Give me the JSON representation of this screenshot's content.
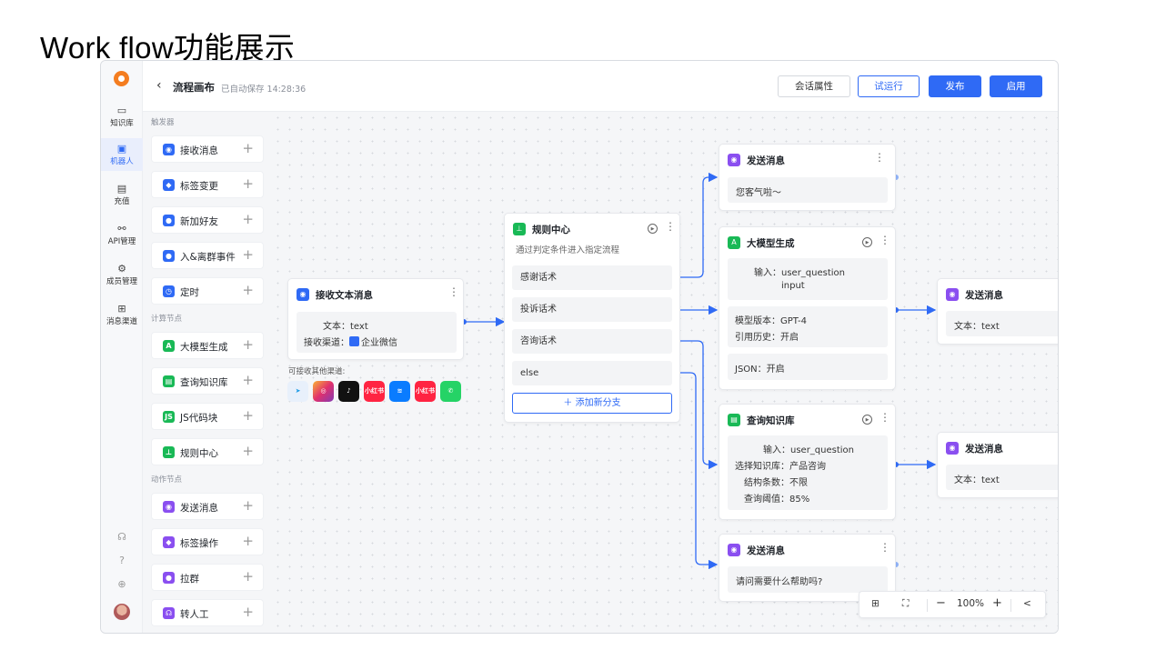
{
  "slide_title": "Work flow功能展示",
  "rail": {
    "items": [
      {
        "label": "知识库",
        "icon": "folder-icon"
      },
      {
        "label": "机器人",
        "icon": "robot-icon"
      },
      {
        "label": "充值",
        "icon": "wallet-icon"
      },
      {
        "label": "API管理",
        "icon": "api-icon"
      },
      {
        "label": "成员管理",
        "icon": "members-gear-icon"
      },
      {
        "label": "消息渠道",
        "icon": "channel-tree-icon"
      }
    ]
  },
  "header": {
    "title": "流程画布",
    "saved_text": "已自动保存 14:28:36",
    "buttons": {
      "session": "会话属性",
      "test_run": "试运行",
      "publish": "发布",
      "enable": "启用"
    }
  },
  "palette": {
    "trigger_section": "触发器",
    "triggers": [
      "接收消息",
      "标签变更",
      "新加好友",
      "入&离群事件",
      "定时"
    ],
    "compute_section": "计算节点",
    "compute": [
      "大模型生成",
      "查询知识库",
      "JS代码块",
      "规则中心"
    ],
    "action_section": "动作节点",
    "actions": [
      "发送消息",
      "标签操作",
      "拉群",
      "转人工"
    ]
  },
  "canvas": {
    "receive_node": {
      "title": "接收文本消息",
      "line1": "文本：text",
      "line2_label": "接收渠道：",
      "line2_value": "企业微信"
    },
    "channels_label": "可接收其他渠道:",
    "channels": [
      "Lark",
      "Instagram",
      "TikTok",
      "小红书",
      "Messenger",
      "小红书",
      "WhatsApp"
    ],
    "rule_node": {
      "title": "规则中心",
      "desc": "通过判定条件进入指定流程",
      "branches": [
        "感谢话术",
        "投诉话术",
        "咨询话术",
        "else"
      ],
      "add_branch": "添加新分支"
    },
    "send_top": {
      "title": "发送消息",
      "text": "您客气啦～"
    },
    "llm_node": {
      "title": "大模型生成",
      "input_label": "输入：",
      "input_value1": "user_question",
      "input_value2": "input",
      "model": "模型版本：GPT-4",
      "history": "引用历史：开启",
      "json": "JSON：开启"
    },
    "kb_node": {
      "title": "查询知识库",
      "lines": [
        "输入：user_question",
        "选择知识库：产品咨询",
        "结构条数：不限",
        "查询阈值：85%"
      ]
    },
    "send_bottom": {
      "title": "发送消息",
      "text": "请问需要什么帮助吗?"
    },
    "send_right1": {
      "title": "发送消息",
      "text": "文本：text"
    },
    "send_right2": {
      "title": "发送消息",
      "text": "文本：text"
    },
    "zoom": "100%"
  },
  "colors": {
    "accent": "#2f6af5",
    "green": "#19b956",
    "purple": "#8a4ff0",
    "brand": "#f47d20"
  }
}
